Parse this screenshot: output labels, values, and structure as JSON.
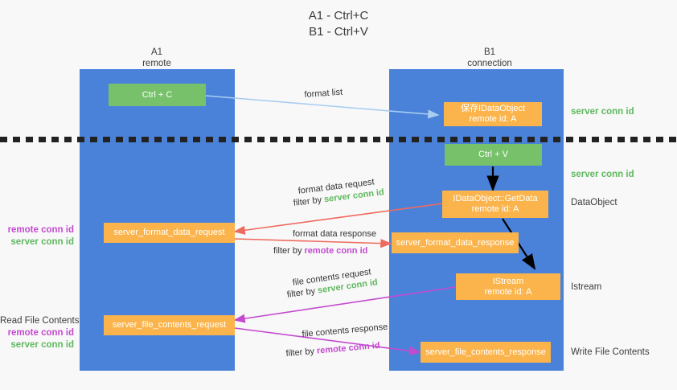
{
  "title": {
    "line1": "A1 - Ctrl+C",
    "line2": "B1 - Ctrl+V"
  },
  "columns": [
    {
      "name": "A1",
      "sub": "remote"
    },
    {
      "name": "B1",
      "sub": "connection"
    }
  ],
  "nodes": {
    "ctrl_c": "Ctrl + C",
    "ctrl_v": "Ctrl + V",
    "save_dataobject_l1": "保存IDataObject",
    "save_dataobject_l2": "remote id: A",
    "getdata_l1": "IDataObject::GetData",
    "getdata_l2": "remote id: A",
    "istream_l1": "IStream",
    "istream_l2": "remote id: A",
    "server_format_data_request": "server_format_data_request",
    "server_format_data_response": "server_format_data_response",
    "server_file_contents_request": "server_file_contents_request",
    "server_file_contents_response": "server_file_contents_response"
  },
  "edge_labels": {
    "format_list": "format list",
    "format_data_request": "format data request",
    "format_data_request_filter_prefix": "filter by ",
    "format_data_request_filter_key": "server conn id",
    "format_data_response": "format data response",
    "format_data_response_filter_prefix": "filter by ",
    "format_data_response_filter_key": "remote conn id",
    "file_contents_request": "file contents request",
    "file_contents_request_filter_prefix": "filter by ",
    "file_contents_request_filter_key": "server conn id",
    "file_contents_response": "file contents response",
    "file_contents_response_filter_prefix": "filter by ",
    "file_contents_response_filter_key": "remote conn id"
  },
  "right_labels": {
    "server_conn_id_top": "server conn id",
    "server_conn_id_mid": "server conn id",
    "dataobject": "DataObject",
    "istream": "Istream",
    "write_file_contents": "Write File Contents"
  },
  "left_labels": {
    "mid_remote": "remote conn id",
    "mid_server": "server conn id",
    "read_file_contents": "Read File Contents",
    "bottom_remote": "remote conn id",
    "bottom_server": "server conn id"
  },
  "colors": {
    "lane": "#4a82da",
    "green_node": "#76c16a",
    "orange_node": "#fbb44c",
    "background": "#f8f8f8",
    "divider": "#222222",
    "light_blue_arrow": "#a8cdf0",
    "red_arrow": "#ef6a5e",
    "magenta_arrow": "#c44ad0",
    "black_arrow": "#000000",
    "green_text": "#5eb85e",
    "magenta_text": "#c44ad0"
  }
}
